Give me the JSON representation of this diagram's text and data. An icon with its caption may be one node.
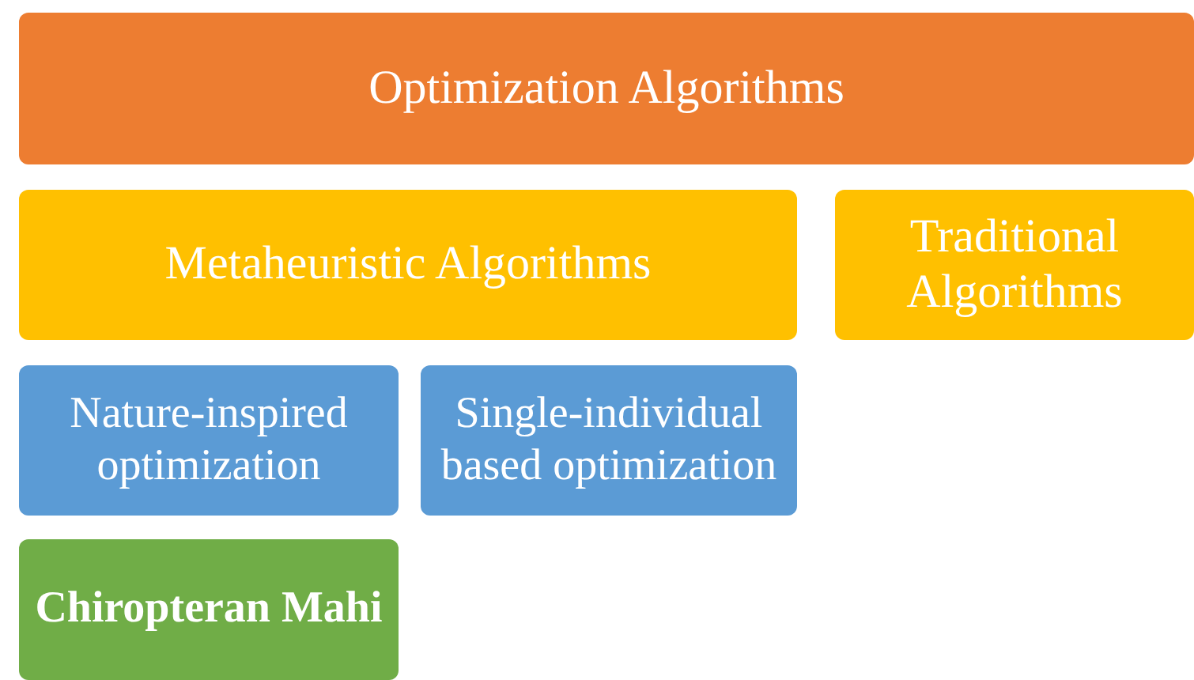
{
  "diagram": {
    "nodes": [
      {
        "text": [
          "Optimization Algorithms"
        ]
      },
      {
        "text": [
          "Metaheuristic Algorithms"
        ]
      },
      {
        "text": [
          "Traditional Algorithms"
        ]
      },
      {
        "text": [
          "Nature-inspired optimization"
        ]
      },
      {
        "text": [
          "Single-individual based optimization"
        ]
      },
      {
        "text": [
          "Chiropteran Mahi"
        ]
      }
    ]
  }
}
